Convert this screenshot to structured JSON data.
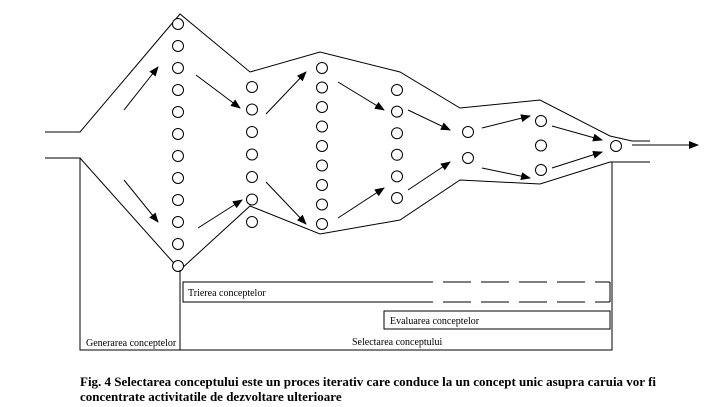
{
  "diagram": {
    "labels": {
      "generation": "Generarea conceptelor",
      "screening": "Trierea conceptelor",
      "evaluation": "Evaluarea conceptelor",
      "selection": "Selectarea conceptului"
    },
    "stages": [
      {
        "concepts": 12
      },
      {
        "concepts": 7
      },
      {
        "concepts": 9
      },
      {
        "concepts": 6
      },
      {
        "concepts": 2
      },
      {
        "concepts": 3
      },
      {
        "concepts": 1
      }
    ]
  },
  "caption": {
    "line1": "Fig. 4 Selectarea conceptului este un proces iterativ care conduce la un concept unic asupra caruia vor fi",
    "line2": "concentrate activitatile de dezvoltare ulterioare"
  }
}
